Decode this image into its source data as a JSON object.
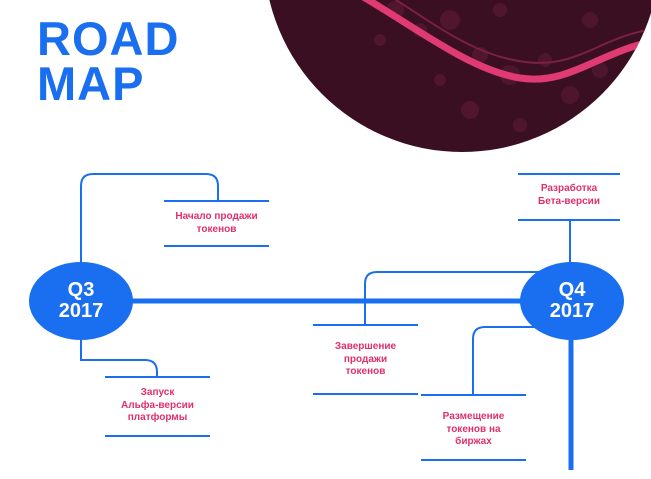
{
  "title": {
    "line1": "ROAD",
    "line2": "MAP"
  },
  "colors": {
    "primary": "#1a6ff0",
    "accent": "#e0306a",
    "photo_dark": "#3a0f22",
    "photo_road": "#e03a72"
  },
  "milestones": [
    {
      "quarter": "Q3",
      "year": "2017"
    },
    {
      "quarter": "Q4",
      "year": "2017"
    }
  ],
  "events": [
    {
      "lines": [
        "Начало продажи",
        "токенов"
      ]
    },
    {
      "lines": [
        "Запуск",
        "Альфа-версии",
        "платформы"
      ]
    },
    {
      "lines": [
        "Завершение",
        "продажи",
        "токенов"
      ]
    },
    {
      "lines": [
        "Разработка",
        "Бета-версии"
      ]
    },
    {
      "lines": [
        "Размещение",
        "токенов на",
        "биржах"
      ]
    }
  ],
  "decoration": {
    "photo": "aerial-road-photo"
  }
}
